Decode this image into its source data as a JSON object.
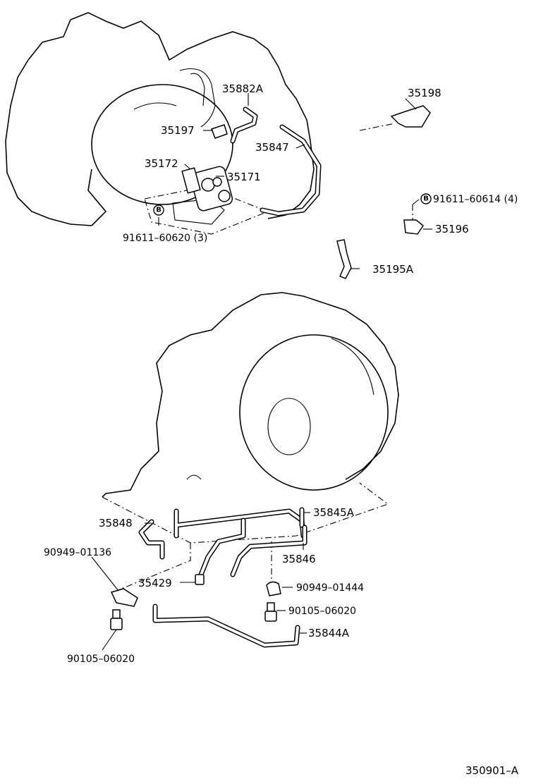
{
  "diagram": {
    "part_labels": {
      "p35882a": "35882A",
      "p35198": "35198",
      "p35197": "35197",
      "p35847": "35847",
      "p35172": "35172",
      "p35171": "35171",
      "p91611_60614": "91611–60614 (4)",
      "p91611_60620": "91611–60620 (3)",
      "p35196": "35196",
      "p35195a": "35195A",
      "p35845a": "35845A",
      "p35848": "35848",
      "p90949_01136": "90949–01136",
      "p35846": "35846",
      "p35429": "35429",
      "p90949_01444": "90949–01444",
      "p90105_06020_right": "90105–06020",
      "p35844a": "35844A",
      "p90105_06020_left": "90105–06020"
    },
    "bolt_marks": {
      "b1": "B",
      "b2": "B"
    },
    "diagram_code": "350901–A"
  }
}
